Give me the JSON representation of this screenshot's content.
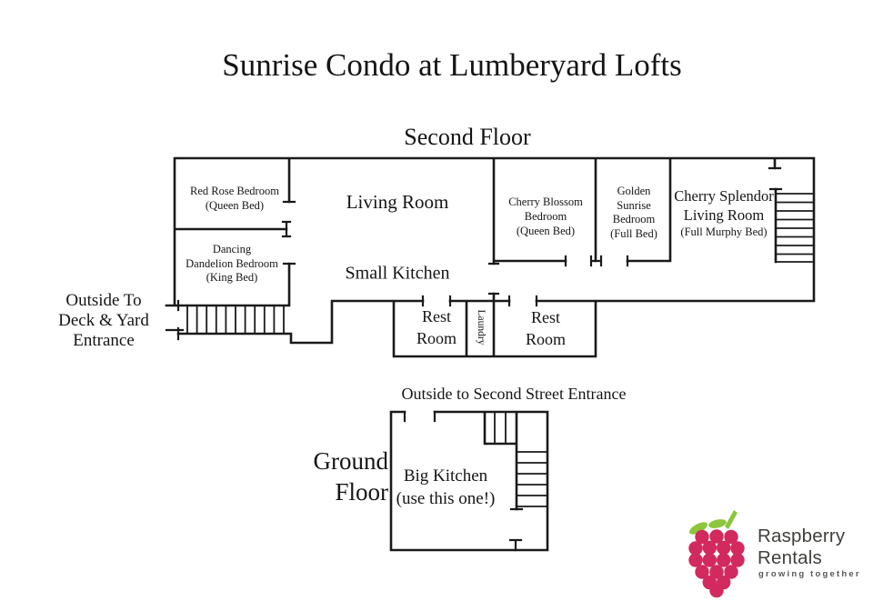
{
  "title": "Sunrise Condo at Lumberyard Lofts",
  "colors": {
    "wall": "#1a1a1a",
    "text": "#151515",
    "background": "#ffffff"
  },
  "second_floor": {
    "heading": "Second Floor",
    "outside_label": {
      "line1": "Outside To",
      "line2": "Deck & Yard",
      "line3": "Entrance"
    },
    "rooms": {
      "red_rose": {
        "name": "Red Rose Bedroom",
        "bed": "(Queen Bed)"
      },
      "living_room": {
        "name": "Living Room"
      },
      "dancing_dandelion": {
        "line1": "Dancing",
        "line2": "Dandelion Bedroom",
        "bed": "(King Bed)"
      },
      "small_kitchen": {
        "name": "Small Kitchen"
      },
      "cherry_blossom": {
        "line1": "Cherry Blossom",
        "line2": "Bedroom",
        "bed": "(Queen Bed)"
      },
      "golden_sunrise": {
        "line1": "Golden",
        "line2": "Sunrise",
        "line3": "Bedroom",
        "bed": "(Full Bed)"
      },
      "cherry_splendor": {
        "line1": "Cherry Splendor",
        "line2": "Living Room",
        "bed": "(Full Murphy Bed)"
      },
      "rest_room_left": {
        "line1": "Rest",
        "line2": "Room"
      },
      "rest_room_right": {
        "line1": "Rest",
        "line2": "Room"
      },
      "laundry": {
        "name": "Laundry"
      }
    }
  },
  "ground_floor": {
    "heading": {
      "line1": "Ground",
      "line2": "Floor"
    },
    "outside_label": "Outside to Second Street Entrance",
    "rooms": {
      "big_kitchen": {
        "name": "Big Kitchen",
        "note": "(use this one!)"
      }
    }
  },
  "logo": {
    "name_line1": "Raspberry",
    "name_line2": "Rentals",
    "tagline": "growing together",
    "berry_color": "#D2295E",
    "leaf_color": "#8CC63E",
    "text_color": "#3F3F3B",
    "tagline_color": "#575756"
  }
}
